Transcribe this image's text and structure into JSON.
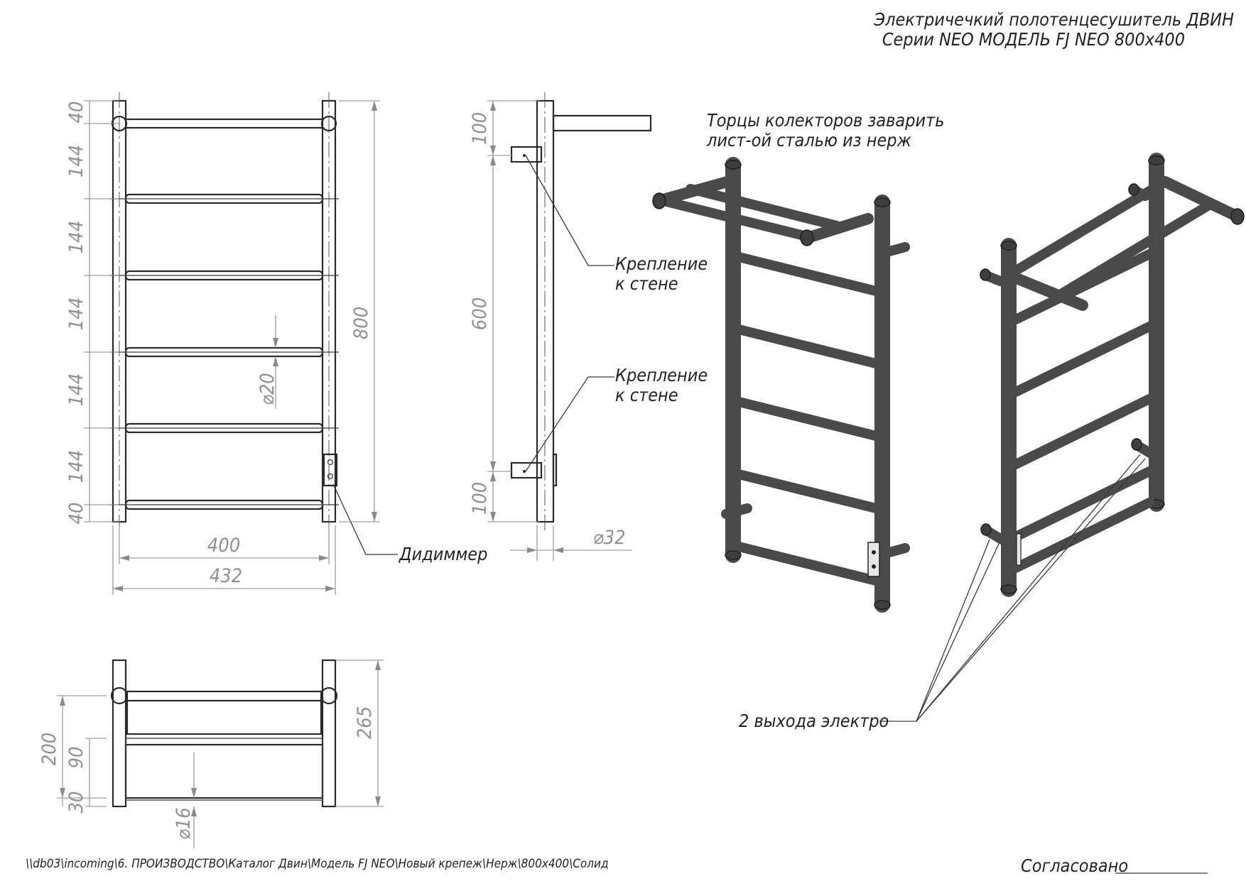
{
  "title": {
    "line1": "Электричечкий полотенцесушитель ДВИН",
    "line2": "Серии NEO МОДЕЛЬ FJ NEO 800х400"
  },
  "front_view": {
    "spacing_dims": [
      "40",
      "144",
      "144",
      "144",
      "144",
      "144",
      "40"
    ],
    "height": "800",
    "inner_width": "400",
    "outer_width": "432",
    "bar_diameter": "20",
    "dimmer_label": "Дидиммер"
  },
  "side_view": {
    "top_offset": "100",
    "mount_spacing": "600",
    "bottom_offset": "100",
    "pipe_diameter": "32",
    "wall_mount_1": [
      "Крепление",
      "к стене"
    ],
    "wall_mount_2": [
      "Крепление",
      "к стене"
    ]
  },
  "top_view": {
    "depth_total": "265",
    "depth_shelf": "200",
    "gap_90": "90",
    "gap_30": "30",
    "rod_diameter": "16"
  },
  "iso_view": {
    "weld_note": [
      "Торцы колекторов заварить",
      "лист-ой сталью из нерж"
    ],
    "outputs_note": "2 выхода электро"
  },
  "footer": {
    "file_path": "\\\\db03\\incoming\\6. ПРОИЗВОДСТВО\\Каталог Двин\\Модель FJ NEO\\Новый крепеж\\Нерж\\800х400\\Солид",
    "approved_label": "Согласовано"
  },
  "colors": {
    "ink": "#2a2a2a",
    "dimension": "#909090",
    "pipe": "#4a4a4a"
  },
  "diameter_symbol": "⌀"
}
